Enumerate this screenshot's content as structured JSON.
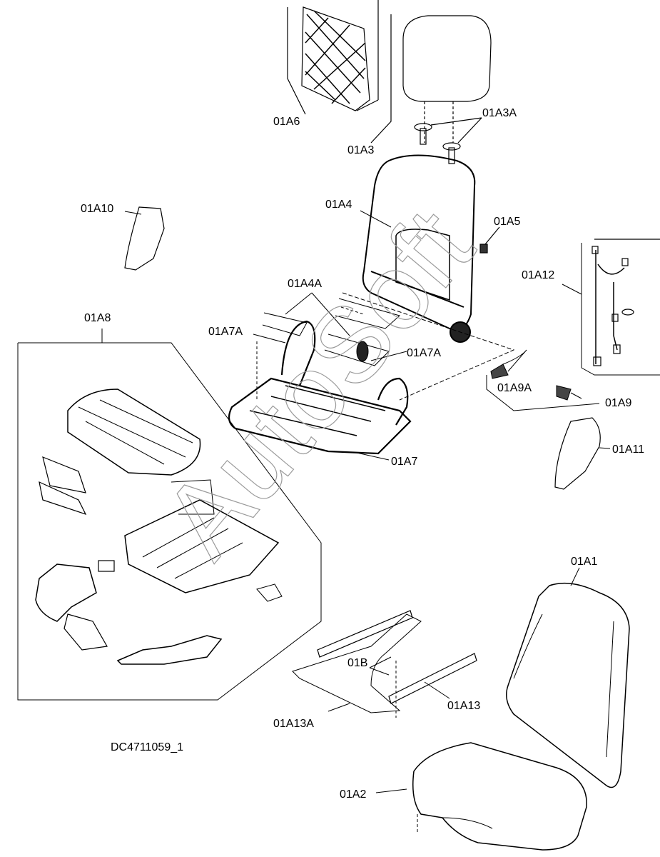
{
  "diagram_code": "DC4711059_1",
  "watermark": "AutoSoft",
  "callouts": {
    "a6": "01A6",
    "a3": "01A3",
    "a3a": "01A3A",
    "a10": "01A10",
    "a4": "01A4",
    "a5": "01A5",
    "a12": "01A12",
    "a4a": "01A4A",
    "a8": "01A8",
    "a7a_left": "01A7A",
    "a7a_right": "01A7A",
    "a9a": "01A9A",
    "a9": "01A9",
    "a11": "01A11",
    "a7": "01A7",
    "a1": "01A1",
    "b": "01B",
    "a13": "01A13",
    "a13a": "01A13A",
    "a2": "01A2"
  },
  "colors": {
    "line": "#000000",
    "watermark": "#9a9a9a"
  }
}
